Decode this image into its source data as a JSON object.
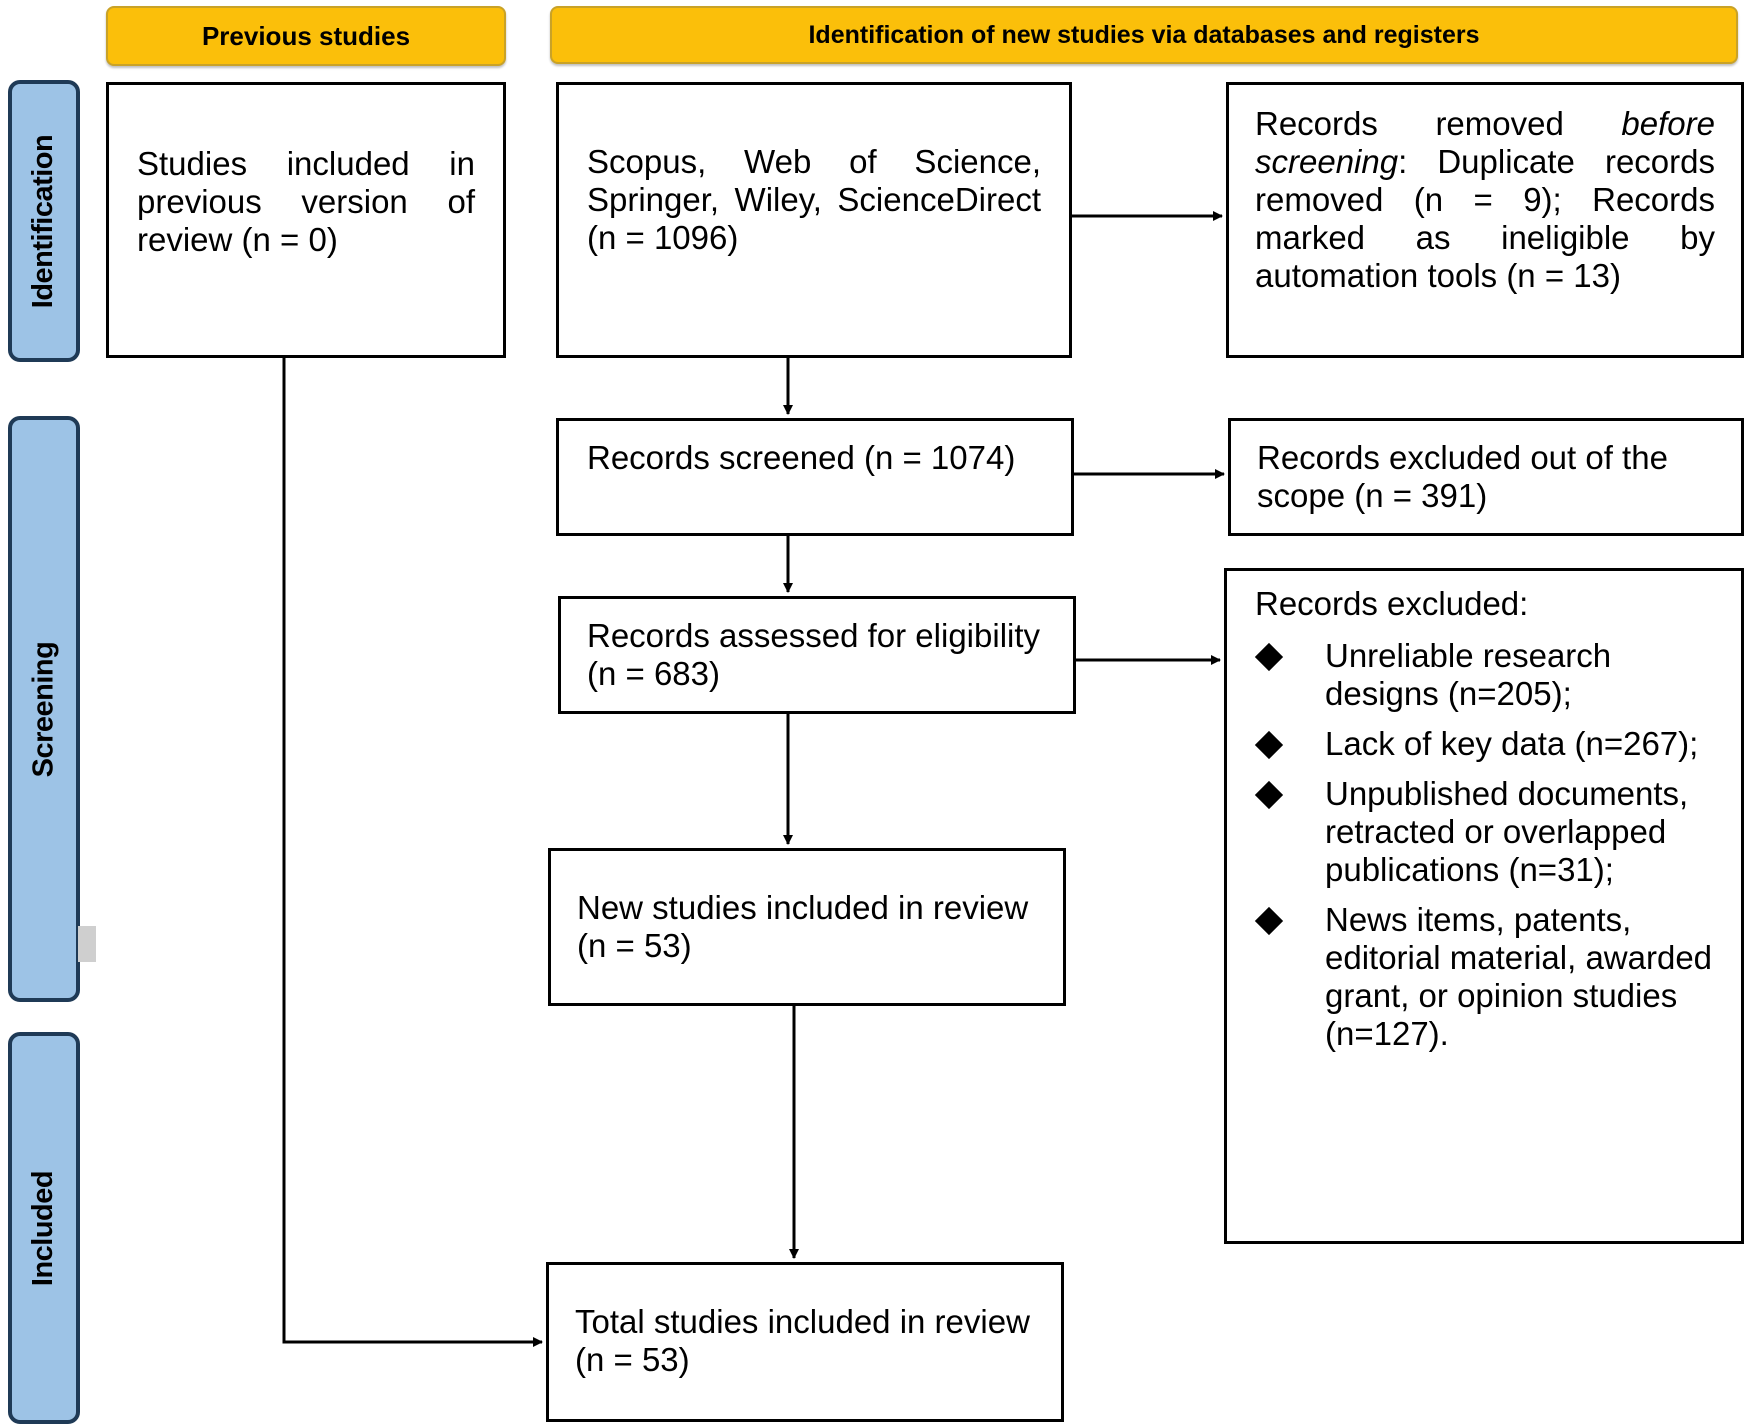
{
  "headers": {
    "previous": "Previous studies",
    "identification": "Identification of new studies via databases and registers"
  },
  "stages": {
    "identification": "Identification",
    "screening": "Screening",
    "included": "Included"
  },
  "boxes": {
    "previous_studies": "Studies included in previous version of review (n = 0)",
    "databases": "Scopus, Web of Science, Springer, Wiley, ScienceDirect (n = 1096)",
    "removed_before": {
      "line_a": "Records removed",
      "italic_a": "before screening",
      "rest": ": Duplicate records removed (n = 9); Records marked as ineligible by automation tools (n = 13)"
    },
    "screened": "Records screened (n = 1074)",
    "excluded_scope": "Records excluded out of the scope (n = 391)",
    "assessed": "Records assessed for eligibility (n = 683)",
    "excluded": {
      "title": "Records excluded:",
      "items": [
        "Unreliable research designs (n=205);",
        "Lack of key data (n=267);",
        "Unpublished documents, retracted or overlapped publications (n=31);",
        "News items, patents, editorial material, awarded grant, or opinion studies (n=127)."
      ]
    },
    "new_included": "New studies included in review (n = 53)",
    "total_included": "Total studies included in review (n = 53)"
  }
}
